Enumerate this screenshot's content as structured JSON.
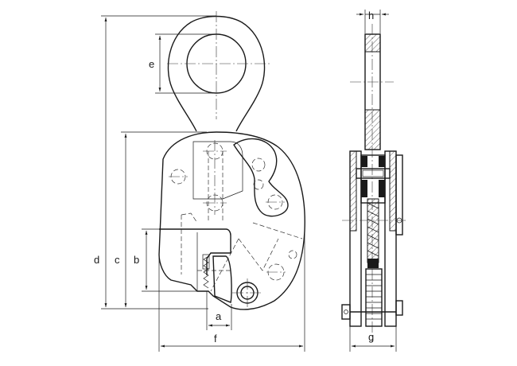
{
  "dimension_labels": {
    "a": "a",
    "b": "b",
    "c": "c",
    "d": "d",
    "e": "e",
    "f": "f",
    "g": "g",
    "h": "h"
  }
}
